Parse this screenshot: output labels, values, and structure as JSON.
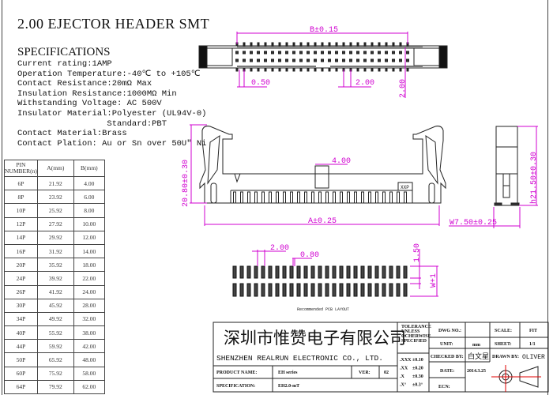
{
  "title": "2.00 EJECTOR HEADER SMT",
  "specifications": {
    "heading": "SPECIFICATIONS",
    "lines": [
      "Current rating:1AMP",
      "Operation Temperature:-40℃ to +105℃",
      "Contact Resistance:20mΩ Max",
      "Insulation Resistance:1000MΩ Min",
      "Withstanding Voltage: AC 500V",
      "Insulator Material:Polyester (UL94V-0)",
      "                  Standard:PBT",
      "Contact Material:Brass",
      "Contact Plation: Au or Sn over 50U\" Ni"
    ]
  },
  "pin_table": {
    "headers": [
      "PIN NUMBER(n)",
      "A(mm)",
      "B(mm)"
    ],
    "rows": [
      [
        "6P",
        "21.92",
        "4.00"
      ],
      [
        "8P",
        "23.92",
        "6.00"
      ],
      [
        "10P",
        "25.92",
        "8.00"
      ],
      [
        "12P",
        "27.92",
        "10.00"
      ],
      [
        "14P",
        "29.92",
        "12.00"
      ],
      [
        "16P",
        "31.92",
        "14.00"
      ],
      [
        "20P",
        "35.92",
        "18.00"
      ],
      [
        "24P",
        "39.92",
        "22.00"
      ],
      [
        "26P",
        "41.92",
        "24.00"
      ],
      [
        "30P",
        "45.92",
        "28.00"
      ],
      [
        "34P",
        "49.92",
        "32.00"
      ],
      [
        "40P",
        "55.92",
        "38.00"
      ],
      [
        "44P",
        "59.92",
        "42.00"
      ],
      [
        "50P",
        "65.92",
        "48.00"
      ],
      [
        "60P",
        "75.92",
        "58.00"
      ],
      [
        "64P",
        "79.92",
        "62.00"
      ]
    ]
  },
  "dimensions": {
    "b": "B±0.15",
    "pin_width": "0.50",
    "pitch_top": "2.00",
    "row_pitch": "2.00",
    "height_front": "20.80±0.30",
    "window": "4.00",
    "pin_count_label": "XXP",
    "a": "A±0.25",
    "height_side": "h21.50±0.30",
    "width_side": "W7.50±0.25",
    "pcb_pitch": "2.00",
    "pcb_pad": "0.80",
    "pcb_pad_len": "1.50",
    "pcb_w": "W+1",
    "pcb_caption": "Recommended PCB LAYOUT"
  },
  "title_block": {
    "company_cn": "深圳市惟赞电子有限公司",
    "company_en": "SHENZHEN REALRUN ELECTRONIC CO., LTD.",
    "product_name_label": "PRODUCT NAME:",
    "product_name": "EH series",
    "ver_label": "VER:",
    "ver": "02",
    "spec_label": "SPECIFICATION:",
    "spec": "EH2.0-mT",
    "tolerance_label": [
      "TOLERANCE",
      "UNLESS",
      "OCHERWISE",
      "SPECIFIED"
    ],
    "tolerances": [
      [
        ".XXX",
        "±0.10"
      ],
      [
        ".XX",
        "±0.20"
      ],
      [
        ".X",
        "±0.30"
      ],
      [
        ".X°",
        "±0.3°"
      ]
    ],
    "dwg_no_label": "DWG NO.:",
    "dwg_no": "",
    "unit_label": "UNIT:",
    "unit": "mm",
    "checked_label": "CHECKED BY:",
    "checked": "白文星",
    "date_label": "DATE:",
    "date": "2014.3.25",
    "ecn_label": "ECN:",
    "scale_label": "SCALE:",
    "scale": "FIT",
    "sheet_label": "SHEET:",
    "sheet": "1/1",
    "drawn_label": "DRAWN BY:",
    "drawn": "OLIVER"
  },
  "colors": {
    "dimension": "#d000d0",
    "line": "#222222",
    "projection_mark": "#e00000"
  }
}
